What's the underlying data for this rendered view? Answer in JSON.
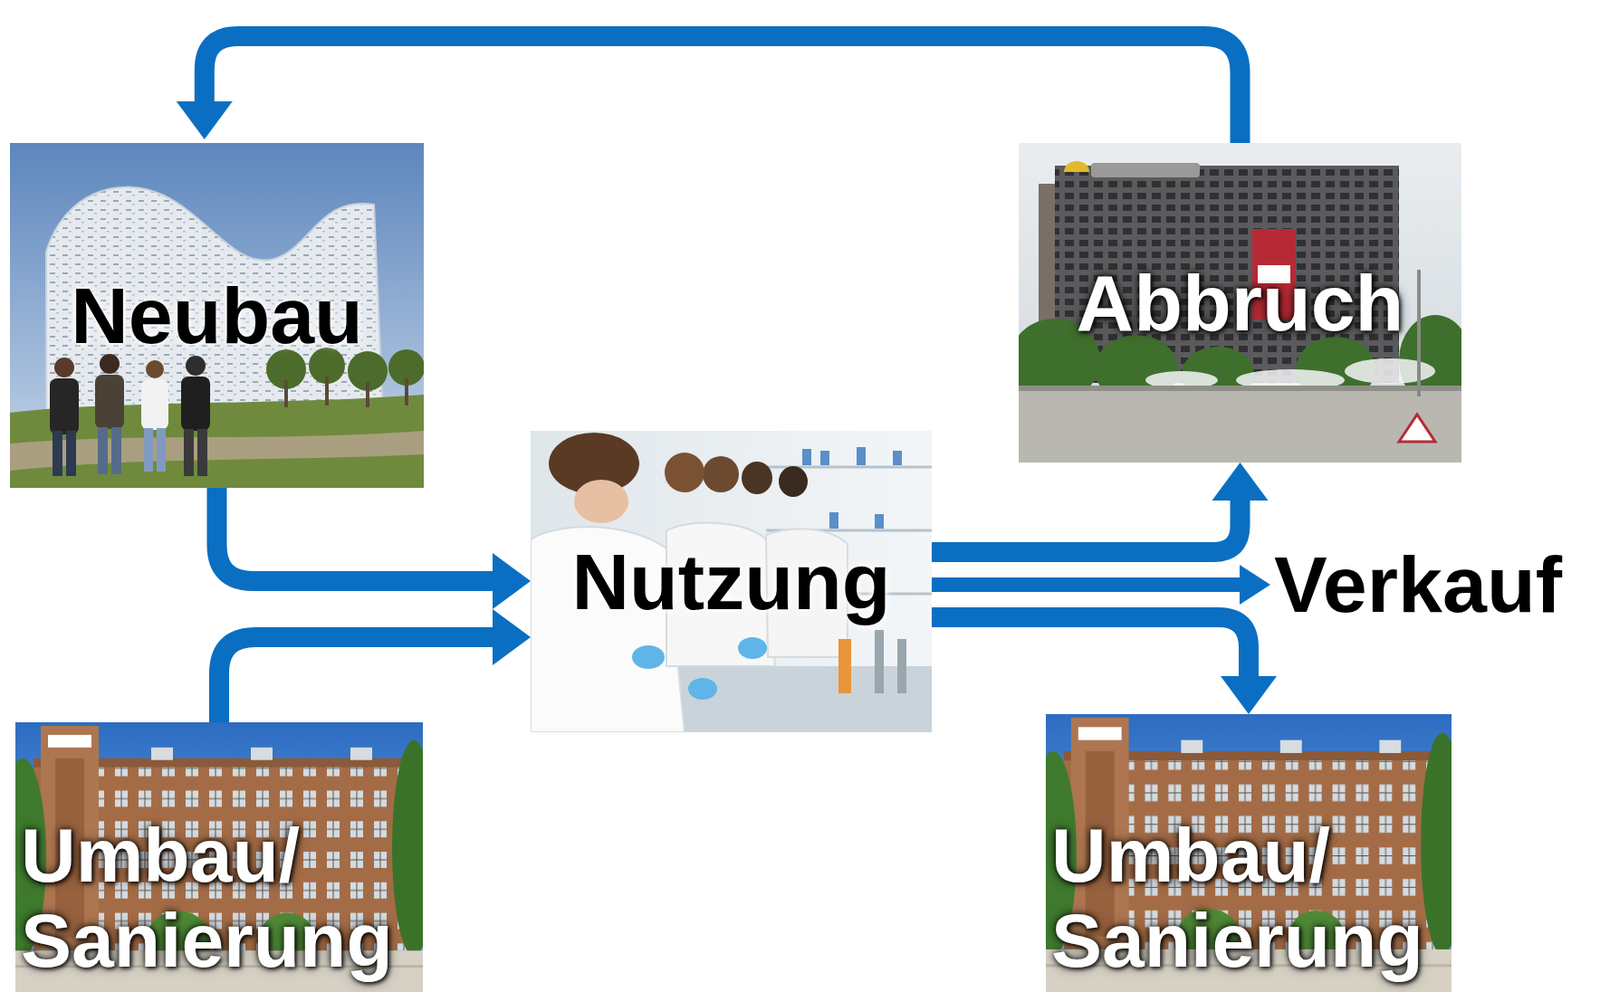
{
  "diagram": {
    "nodes": [
      {
        "text": [
          "Neubau"
        ]
      },
      {
        "text": [
          "Abbruch"
        ]
      },
      {
        "text": [
          "Nutzung"
        ]
      },
      {
        "text": [
          "Verkauf"
        ]
      },
      {
        "text": [
          "Umbau/ Sanierung"
        ]
      },
      {
        "text": [
          "Umbau/ Sanierung"
        ]
      }
    ],
    "edges": [
      {
        "from": 0,
        "to": 2,
        "arrow": "to"
      },
      {
        "from": 4,
        "to": 2,
        "arrow": "to"
      },
      {
        "from": 2,
        "to": 1,
        "arrow": "to"
      },
      {
        "from": 2,
        "to": 3,
        "arrow": "to"
      },
      {
        "from": 2,
        "to": 5,
        "arrow": "to"
      },
      {
        "from": 1,
        "to": 0,
        "arrow": "to"
      }
    ]
  }
}
